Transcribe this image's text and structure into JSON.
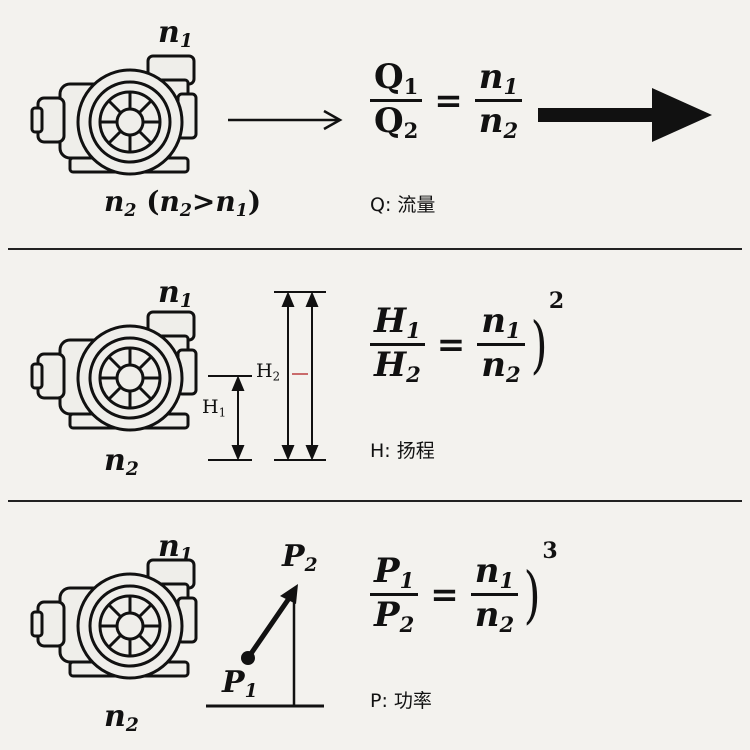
{
  "colors": {
    "background": "#f3f2ee",
    "ink": "#111111",
    "pump_fill": "#efeeea",
    "marker": "#c96b6b"
  },
  "icons": [
    "pump-icon",
    "right-arrow-icon",
    "bold-right-arrow-icon"
  ],
  "panels": [
    {
      "speed_top": {
        "base": "n",
        "sub": "1"
      },
      "speed_bottom": {
        "base": "n",
        "sub": "2",
        "condition_open": "(",
        "cond_base1": "n",
        "cond_sub1": "2",
        "cond_op": ">",
        "cond_base2": "n",
        "cond_sub2": "1",
        "condition_close": ")"
      },
      "formula": {
        "lhs_num": "Q",
        "lhs_num_sub": "1",
        "lhs_den": "Q",
        "lhs_den_sub": "2",
        "eq": "=",
        "rhs_num": "n",
        "rhs_num_sub": "1",
        "rhs_den": "n",
        "rhs_den_sub": "2"
      },
      "legend": "Q: 流量"
    },
    {
      "speed_top": {
        "base": "n",
        "sub": "1"
      },
      "speed_bottom": {
        "base": "n",
        "sub": "2"
      },
      "heads": {
        "h1": "H",
        "h1_sub": "1",
        "h2": "H",
        "h2_sub": "2"
      },
      "formula": {
        "lhs_num": "H",
        "lhs_num_sub": "1",
        "lhs_den": "H",
        "lhs_den_sub": "2",
        "eq": "=",
        "rhs_num": "n",
        "rhs_num_sub": "1",
        "rhs_den": "n",
        "rhs_den_sub": "2",
        "paren": ")",
        "power": "2"
      },
      "legend": "H: 扬程"
    },
    {
      "speed_top": {
        "base": "n",
        "sub": "1"
      },
      "speed_bottom": {
        "base": "n",
        "sub": "2"
      },
      "points": {
        "p1": "P",
        "p1_sub": "1",
        "p2": "P",
        "p2_sub": "2"
      },
      "formula": {
        "lhs_num": "P",
        "lhs_num_sub": "1",
        "lhs_den": "P",
        "lhs_den_sub": "2",
        "eq": "=",
        "rhs_num": "n",
        "rhs_num_sub": "1",
        "rhs_den": "n",
        "rhs_den_sub": "2",
        "paren": ")",
        "power": "3"
      },
      "legend": "P: 功率"
    }
  ]
}
